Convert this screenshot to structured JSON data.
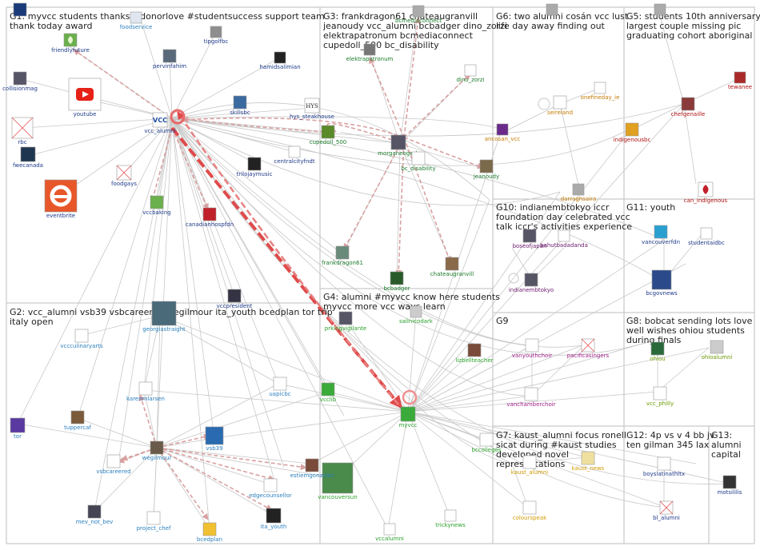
{
  "groups": [
    {
      "id": "G1",
      "lines": [
        "G1: myvcc students thanks #donorlove #studentsuccess support team",
        "thank today award"
      ]
    },
    {
      "id": "G2",
      "lines": [
        "G2: vcc_alumni vsb39 vsbcareered wegilmour ita_youth bcedplan tor trip",
        "italy open"
      ]
    },
    {
      "id": "G3",
      "lines": [
        "G3: frankdragon61 chateaugranvill",
        "jeanoudy vcc_alumni bcbadger dino_zorzi",
        "elektrapatronum bcmediaconnect",
        "cupedoll_500 bc_disability"
      ]
    },
    {
      "id": "G4",
      "lines": [
        "G4: alumni #myvcc know here students",
        "myvcc more vcc ways learn"
      ]
    },
    {
      "id": "G5",
      "lines": [
        "G5: students 10th anniversary",
        "largest couple missing pic",
        "graduating cohort aboriginal"
      ]
    },
    {
      "id": "G6",
      "lines": [
        "G6: two alumni cosán vcc lust",
        "life day away finding out"
      ]
    },
    {
      "id": "G7",
      "lines": [
        "G7: kaust_alumni focus ronell",
        "sicat during #kaust studies",
        "developed novel",
        "representations"
      ]
    },
    {
      "id": "G8",
      "lines": [
        "G8: bobcat sending lots love",
        "well wishes ohiou students",
        "during finals"
      ]
    },
    {
      "id": "G9",
      "lines": [
        "G9"
      ]
    },
    {
      "id": "G10",
      "lines": [
        "G10: indianembtokyo iccr",
        "foundation day celebrated vcc",
        "talk iccr's activities experience"
      ]
    },
    {
      "id": "G11",
      "lines": [
        "G11: youth"
      ]
    },
    {
      "id": "G12",
      "lines": [
        "G12: 4p vs v 4 bb jv",
        "ten gilman 345 lax"
      ]
    },
    {
      "id": "G13",
      "lines": [
        "G13:",
        "alumni",
        "capital"
      ]
    }
  ],
  "nodes": [
    {
      "id": "myvcc_students",
      "label": "",
      "color": "#1a3a7a",
      "icon": "avatar-icon"
    },
    {
      "id": "foodservice",
      "label": "foodservice",
      "color": "#2a7fbf",
      "icon": "avatar-icon"
    },
    {
      "id": "friendlyfuture",
      "label": "friendlyfuture",
      "color": "#1e3a8a",
      "icon": "leaf-icon"
    },
    {
      "id": "tipgolfbc",
      "label": "tipgolfbc",
      "color": "#1e3a8a",
      "icon": "avatar-icon"
    },
    {
      "id": "pervinfahim",
      "label": "pervinfahim",
      "color": "#1e3a8a",
      "icon": "avatar-icon"
    },
    {
      "id": "hamidsalimian",
      "label": "hamidsalimian",
      "color": "#1e3a8a",
      "icon": "avatar-icon"
    },
    {
      "id": "collisionmag",
      "label": "collisionmag",
      "color": "#1e3a8a",
      "icon": "avatar-icon"
    },
    {
      "id": "youtube",
      "label": "youtube",
      "color": "#1e3a8a",
      "icon": "youtube-icon"
    },
    {
      "id": "vcc_alumni",
      "label": "vcc_alumni",
      "color": "#1e3a8a",
      "icon": "vcc-logo-icon"
    },
    {
      "id": "skillsbc",
      "label": "skillsbc",
      "color": "#1e3a8a",
      "icon": "avatar-icon"
    },
    {
      "id": "hys_steakhouse",
      "label": "hys_steakhouse",
      "color": "#1e3a8a",
      "icon": "hys-logo-icon"
    },
    {
      "id": "rbc",
      "label": "rbc",
      "color": "#1e3a8a",
      "icon": "broken-image-icon"
    },
    {
      "id": "fwecanada",
      "label": "fwecanada",
      "color": "#1e3a8a",
      "icon": "avatar-icon"
    },
    {
      "id": "centralcityfndt",
      "label": "centralcityfndt",
      "color": "#1e3a8a",
      "icon": "avatar-icon"
    },
    {
      "id": "trilojaymusic",
      "label": "trilojaymusic",
      "color": "#1e3a8a",
      "icon": "avatar-icon"
    },
    {
      "id": "foodgays",
      "label": "foodgays",
      "color": "#1e3a8a",
      "icon": "broken-image-icon"
    },
    {
      "id": "eventbrite",
      "label": "eventbrite",
      "color": "#1e3a8a",
      "icon": "eventbrite-icon"
    },
    {
      "id": "vccbaking",
      "label": "vccbaking",
      "color": "#1e3a8a",
      "icon": "avatar-icon"
    },
    {
      "id": "canadianhospfdn",
      "label": "canadianhospfdn",
      "color": "#1e3a8a",
      "icon": "avatar-icon"
    },
    {
      "id": "vccpresident",
      "label": "vccpresident",
      "color": "#1e3a8a",
      "icon": "avatar-icon"
    },
    {
      "id": "elektrapatronum",
      "label": "elektrapatronum",
      "color": "#1a7a2a",
      "icon": "avatar-icon"
    },
    {
      "id": "bcmediaconnect",
      "label": "bcmediaconnect",
      "color": "#1a7a2a",
      "icon": "avatar-icon"
    },
    {
      "id": "dino_zorzi",
      "label": "dino_zorzi",
      "color": "#1a7a2a",
      "icon": "avatar-icon"
    },
    {
      "id": "cupedoll_500",
      "label": "cupedoll_500",
      "color": "#1a7a2a",
      "icon": "avatar-icon"
    },
    {
      "id": "morganeogerb",
      "label": "morganeogerb",
      "color": "#1a7a2a",
      "icon": "avatar-icon"
    },
    {
      "id": "bc_disability",
      "label": "bc_disability",
      "color": "#1a7a2a",
      "icon": "avatar-icon"
    },
    {
      "id": "jeanoudy",
      "label": "jeanoudy",
      "color": "#1a7a2a",
      "icon": "avatar-icon"
    },
    {
      "id": "frankdragon61",
      "label": "frankdragon61",
      "color": "#1a7a2a",
      "icon": "avatar-icon"
    },
    {
      "id": "chateaugranvill",
      "label": "chateaugranvill",
      "color": "#1a7a2a",
      "icon": "avatar-icon"
    },
    {
      "id": "bcbadger",
      "label": "bcbadger",
      "color": "#1a7a2a",
      "icon": "avatar-icon"
    },
    {
      "id": "prkingvigilante",
      "label": "prkingvigilante",
      "color": "#2aa02a",
      "icon": "avatar-icon"
    },
    {
      "id": "sailnicodark",
      "label": "sailnicodark",
      "color": "#2aa02a",
      "icon": "avatar-icon"
    },
    {
      "id": "lizbellteacher",
      "label": "lizbellteacher",
      "color": "#2aa02a",
      "icon": "avatar-icon"
    },
    {
      "id": "vcclib",
      "label": "vcclib",
      "color": "#2aa02a",
      "icon": "avatar-icon"
    },
    {
      "id": "myvcc",
      "label": "myvcc",
      "color": "#2aa02a",
      "icon": "avatar-icon"
    },
    {
      "id": "bccolleges",
      "label": "bccolleges",
      "color": "#2aa02a",
      "icon": "avatar-icon"
    },
    {
      "id": "vancouversun",
      "label": "vancouversun",
      "color": "#2aa02a",
      "icon": "avatar-icon"
    },
    {
      "id": "vccalumni",
      "label": "vccalumni",
      "color": "#2aa02a",
      "icon": "avatar-icon"
    },
    {
      "id": "trickynews",
      "label": "trickynews",
      "color": "#2aa02a",
      "icon": "avatar-icon"
    },
    {
      "id": "georgiastraight",
      "label": "georgiastraight",
      "color": "#2a7fbf",
      "icon": "avatar-icon"
    },
    {
      "id": "vccculinaryarts",
      "label": "vccculinaryarts",
      "color": "#2a7fbf",
      "icon": "avatar-icon"
    },
    {
      "id": "karenmlarsen",
      "label": "karenmlarsen",
      "color": "#2a7fbf",
      "icon": "avatar-icon"
    },
    {
      "id": "uapicbc",
      "label": "uapicbc",
      "color": "#2a7fbf",
      "icon": "avatar-icon"
    },
    {
      "id": "tor",
      "label": "tor",
      "color": "#2a7fbf",
      "icon": "avatar-icon"
    },
    {
      "id": "tuppercaf",
      "label": "tuppercaf",
      "color": "#2a7fbf",
      "icon": "avatar-icon"
    },
    {
      "id": "vsb39",
      "label": "vsb39",
      "color": "#2a7fbf",
      "icon": "avatar-icon"
    },
    {
      "id": "vsbcareered",
      "label": "vsbcareered",
      "color": "#2a7fbf",
      "icon": "avatar-icon"
    },
    {
      "id": "wegilmour",
      "label": "wegilmour",
      "color": "#2a7fbf",
      "icon": "avatar-icon"
    },
    {
      "id": "estiemgonzalez",
      "label": "estiemgonzalez",
      "color": "#2a7fbf",
      "icon": "avatar-icon"
    },
    {
      "id": "edgecounsellor",
      "label": "edgecounsellor",
      "color": "#2a7fbf",
      "icon": "avatar-icon"
    },
    {
      "id": "mev_not_bev",
      "label": "mev_not_bev",
      "color": "#2a7fbf",
      "icon": "avatar-icon"
    },
    {
      "id": "project_chef",
      "label": "project_chef",
      "color": "#2a7fbf",
      "icon": "avatar-icon"
    },
    {
      "id": "bcedplan",
      "label": "bcedplan",
      "color": "#2a7fbf",
      "icon": "avatar-icon"
    },
    {
      "id": "ita_youth",
      "label": "ita_youth",
      "color": "#2a7fbf",
      "icon": "avatar-icon"
    },
    {
      "id": "seireland",
      "label": "seireland",
      "color": "#c47a00",
      "icon": "avatar-icon"
    },
    {
      "id": "onefineday_ie",
      "label": "onefineday_ie",
      "color": "#c47a00",
      "icon": "avatar-icon"
    },
    {
      "id": "ancosan_vcc",
      "label": "ancosan_vcc",
      "color": "#c47a00",
      "icon": "avatar-icon"
    },
    {
      "id": "darraghsaira",
      "label": "darraghsaira",
      "color": "#c47a00",
      "icon": "avatar-icon"
    },
    {
      "id": "studentsvcc",
      "label": "",
      "color": "#c47a00",
      "icon": "avatar-icon"
    },
    {
      "id": "tewanee",
      "label": "tewanee",
      "color": "#b01010",
      "icon": "avatar-icon"
    },
    {
      "id": "chefgenaille",
      "label": "chefgenaille",
      "color": "#b01010",
      "icon": "avatar-icon"
    },
    {
      "id": "indigenousbc",
      "label": "indigenousbc",
      "color": "#b01010",
      "icon": "avatar-icon"
    },
    {
      "id": "can_indigenous",
      "label": "can_indigenous",
      "color": "#b01010",
      "icon": "maple-leaf-icon"
    },
    {
      "id": "bcintigenous",
      "label": "",
      "color": "#b01010",
      "icon": "avatar-icon"
    },
    {
      "id": "boseofjapan",
      "label": "boseofjapan",
      "color": "#6a1a6a",
      "icon": "avatar-icon"
    },
    {
      "id": "bahutbadadanda",
      "label": "bahutbadadanda",
      "color": "#6a1a6a",
      "icon": "avatar-icon"
    },
    {
      "id": "indianembtokyo",
      "label": "indianembtokyo",
      "color": "#6a1a6a",
      "icon": "avatar-icon"
    },
    {
      "id": "vancouverfdn",
      "label": "vancouverfdn",
      "color": "#1e3a8a",
      "icon": "avatar-icon"
    },
    {
      "id": "studentaidbc",
      "label": "studentaidbc",
      "color": "#1e3a8a",
      "icon": "avatar-icon"
    },
    {
      "id": "bcgovnews",
      "label": "bcgovnews",
      "color": "#1e3a8a",
      "icon": "avatar-icon"
    },
    {
      "id": "vanyouthchoir",
      "label": "vanyouthchoir",
      "color": "#a0208a",
      "icon": "avatar-icon"
    },
    {
      "id": "pacificasingers",
      "label": "pacificasingers",
      "color": "#a0208a",
      "icon": "broken-image-icon"
    },
    {
      "id": "vanchamberchoir",
      "label": "vanchamberchoir",
      "color": "#a0208a",
      "icon": "avatar-icon"
    },
    {
      "id": "ohiou",
      "label": "ohiou",
      "color": "#6a9a00",
      "icon": "avatar-icon"
    },
    {
      "id": "ohioalumni",
      "label": "ohioalumni",
      "color": "#6a9a00",
      "icon": "avatar-icon"
    },
    {
      "id": "vcc_philly",
      "label": "vcc_philly",
      "color": "#6a9a00",
      "icon": "avatar-icon"
    },
    {
      "id": "kaust_alumni",
      "label": "kaust_alumni",
      "color": "#d09a00",
      "icon": "avatar-icon"
    },
    {
      "id": "kaust_news",
      "label": "kaust_news",
      "color": "#d09a00",
      "icon": "avatar-icon"
    },
    {
      "id": "colourspeak",
      "label": "colourspeak",
      "color": "#d09a00",
      "icon": "avatar-icon"
    },
    {
      "id": "boyslatinathltx",
      "label": "boyslatinathltx",
      "color": "#1e3a8a",
      "icon": "avatar-icon"
    },
    {
      "id": "bl_alumni",
      "label": "bl_alumni",
      "color": "#1e3a8a",
      "icon": "broken-image-icon"
    },
    {
      "id": "motsililis",
      "label": "motsililis",
      "color": "#1e3a8a",
      "icon": "avatar-icon"
    }
  ]
}
